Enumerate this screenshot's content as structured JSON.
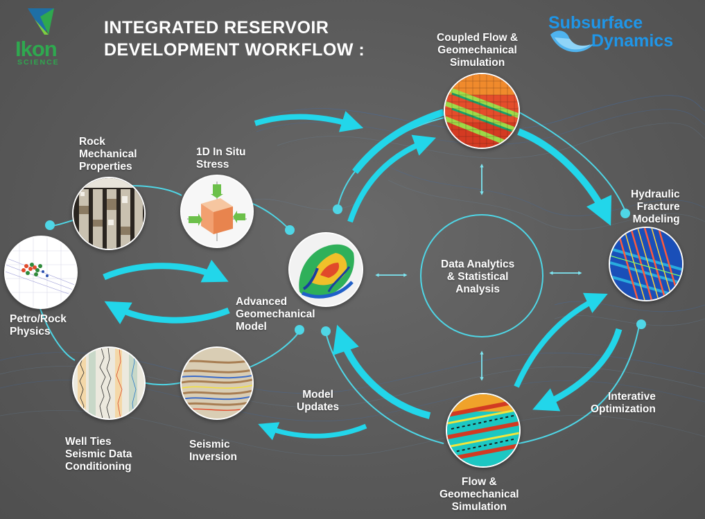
{
  "header": {
    "title_line1": "INTEGRATED RESERVOIR",
    "title_line2": "DEVELOPMENT WORKFLOW :"
  },
  "logos": {
    "ikon_word": "Ikon",
    "ikon_sub": "SCIENCE",
    "sd_line1": "Subsurface",
    "sd_line2": "Dynamics"
  },
  "labels": {
    "coupled": [
      "Coupled Flow &",
      "Geomechanical",
      "Simulation"
    ],
    "hydraulic": [
      "Hydraulic",
      "Fracture",
      "Modeling"
    ],
    "data_analytics": [
      "Data Analytics",
      "& Statistical",
      "Analysis"
    ],
    "flow_geo": [
      "Flow &",
      "Geomechanical",
      "Simulation"
    ],
    "interative": [
      "Interative",
      "Optimization"
    ],
    "rock": [
      "Rock",
      "Mechanical",
      "Properties"
    ],
    "insitu": [
      "1D In Situ",
      "Stress"
    ],
    "advanced": [
      "Advanced",
      "Geomechanical",
      "Model"
    ],
    "petro": [
      "Petro/Rock",
      "Physics"
    ],
    "model_updates": [
      "Model",
      "Updates"
    ],
    "well_ties": [
      "Well Ties",
      "Seismic Data",
      "Conditioning"
    ],
    "seismic_inv": [
      "Seismic",
      "Inversion"
    ]
  },
  "colors": {
    "arrow": "#22d6ea",
    "ring": "#4fd6e6",
    "ikon_green": "#2fa84f",
    "sd_blue": "#1f96e8",
    "text": "#ffffff"
  },
  "icons": [
    "ikon-logo-icon",
    "subsurface-dynamics-wave-icon",
    "stress-cube-icon",
    "double-arrow-icon"
  ]
}
